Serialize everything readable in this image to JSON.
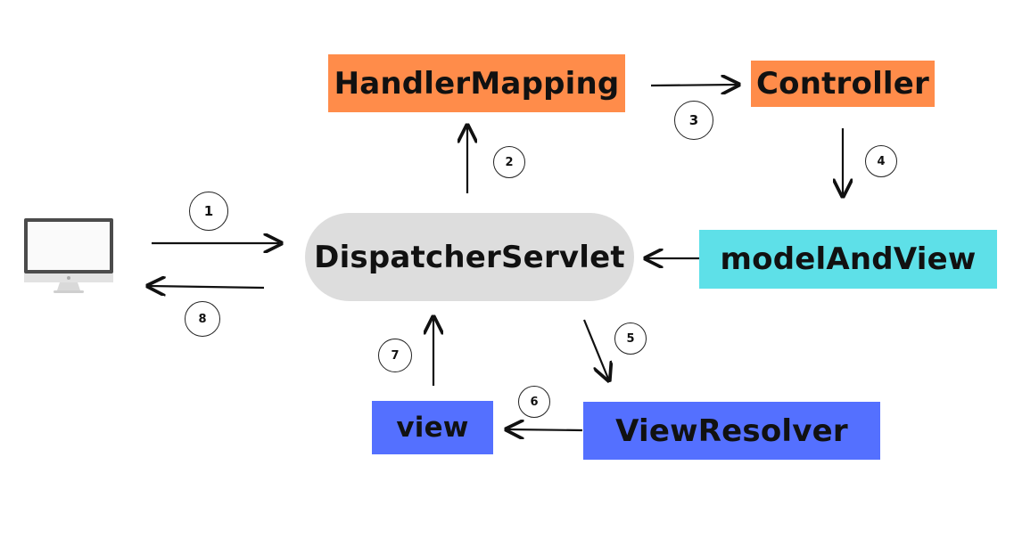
{
  "nodes": {
    "handler_mapping": "HandlerMapping",
    "controller": "Controller",
    "model_and_view": "modelAndView",
    "dispatcher_servlet": "DispatcherServlet",
    "view_resolver": "ViewResolver",
    "view": "view"
  },
  "steps": [
    "1",
    "2",
    "3",
    "4",
    "5",
    "6",
    "7",
    "8"
  ],
  "colors": {
    "orange": "#ff8c4a",
    "cyan": "#5ee0e8",
    "blue": "#5470ff",
    "pill": "#dddddd",
    "line": "#111111"
  },
  "icons": {
    "client": "computer-monitor-icon"
  }
}
